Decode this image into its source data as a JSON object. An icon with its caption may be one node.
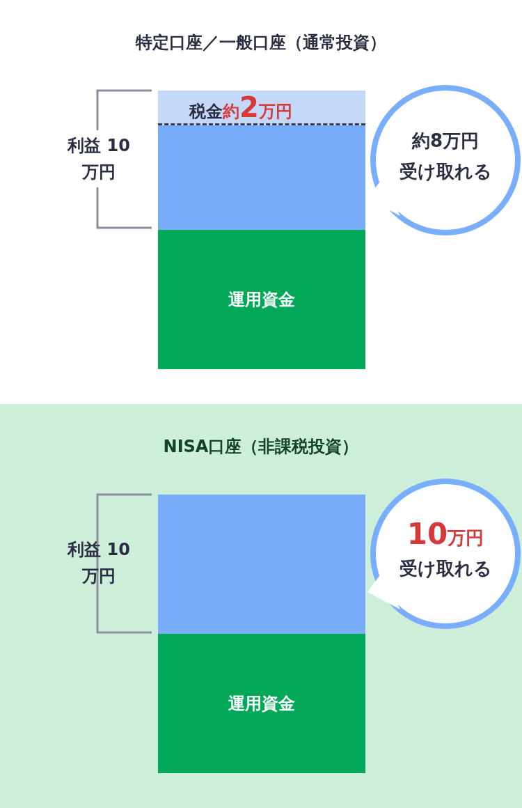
{
  "diagram": {
    "nodes": [
      {
        "text": [
          "税金",
          "約2万円"
        ]
      },
      {
        "text": [],
        "shape": "box"
      },
      {
        "text": [
          "運用資金"
        ]
      },
      {
        "text": [
          "約8万円",
          "受け取れる"
        ]
      },
      {
        "text": [
          "NISA口座（非課税投資）"
        ]
      },
      {
        "text": [],
        "shape": "box",
        "in": 4
      },
      {
        "text": [
          "運用資金"
        ],
        "in": 4
      },
      {
        "text": [
          "10万円",
          "受け取れる"
        ],
        "in": 4
      }
    ],
    "edges": [],
    "labels": [
      "特定口座／一般口座（通常投資）",
      "利益 10万円",
      "利益 10万円"
    ]
  }
}
